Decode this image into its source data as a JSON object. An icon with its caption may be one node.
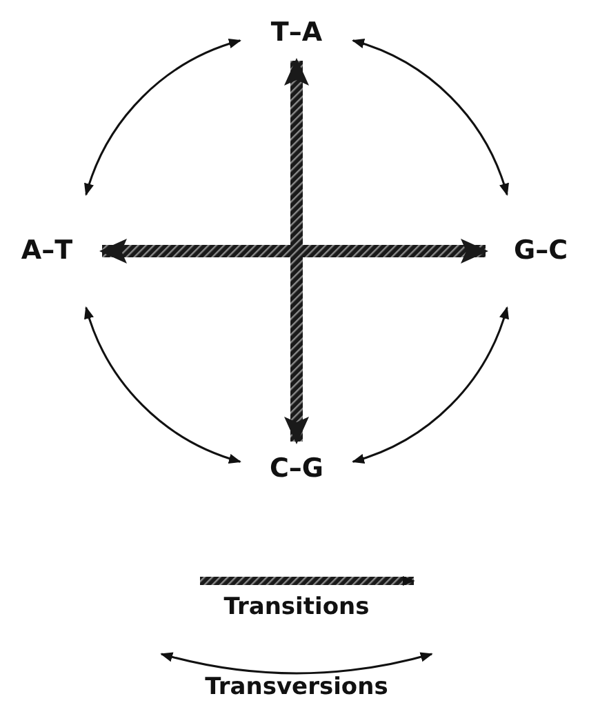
{
  "diagram": {
    "nodes": [
      {
        "text": [
          "T–A"
        ]
      },
      {
        "text": [
          "A–T"
        ]
      },
      {
        "text": [
          "G–C"
        ]
      },
      {
        "text": [
          "C–G"
        ]
      }
    ],
    "edges": [
      {
        "from": 0,
        "to": 2,
        "arrow": "both"
      },
      {
        "from": 2,
        "to": 3,
        "arrow": "both"
      },
      {
        "from": 3,
        "to": 1,
        "arrow": "both"
      },
      {
        "from": 1,
        "to": 0,
        "arrow": "both"
      },
      {
        "from": 0,
        "to": 3,
        "arrow": "both",
        "style": "thick"
      },
      {
        "from": 1,
        "to": 2,
        "arrow": "both",
        "style": "thick"
      }
    ],
    "legend": [
      {
        "text": "Transitions"
      },
      {
        "text": "Transversions"
      }
    ]
  }
}
